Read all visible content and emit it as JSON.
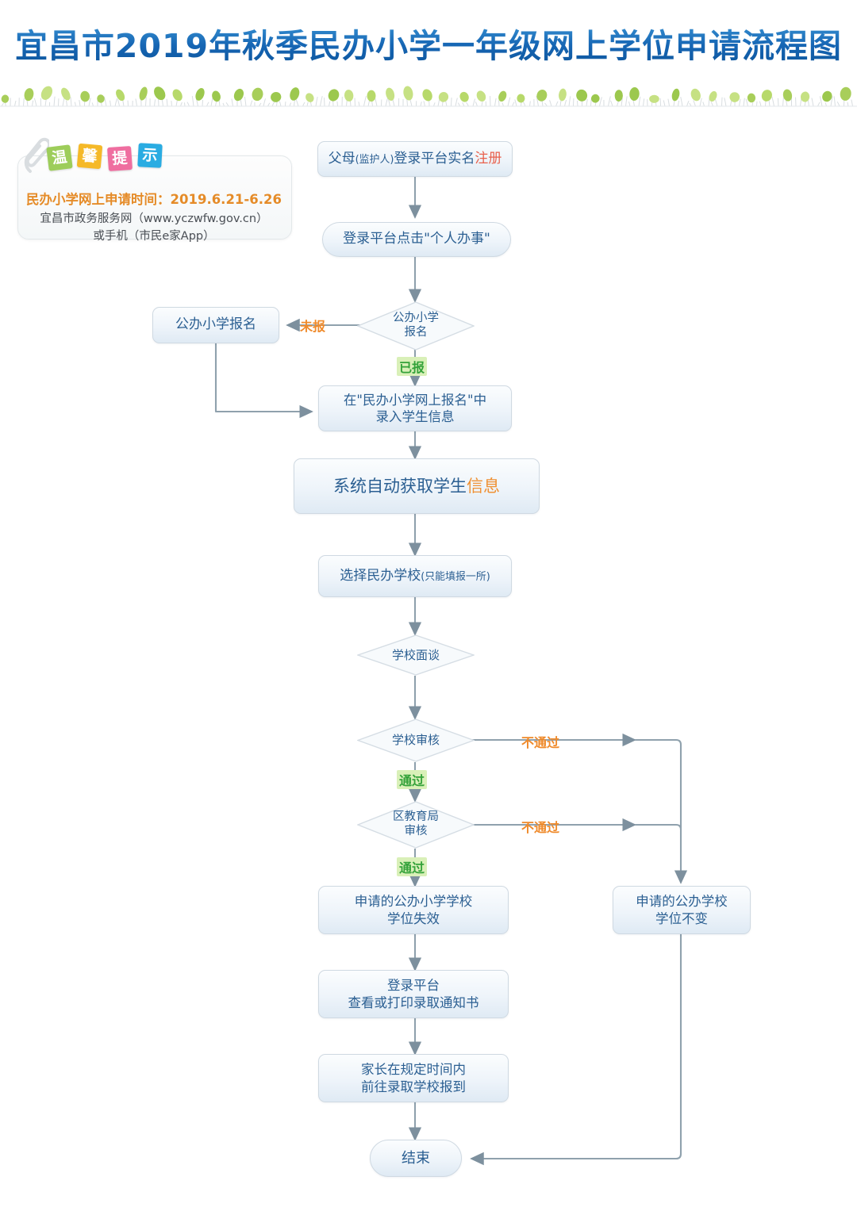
{
  "header": {
    "title": "宜昌市2019年秋季民办小学一年级网上学位申请流程图",
    "divider_icon": "grass-divider"
  },
  "tip": {
    "badge_chars": [
      "温",
      "馨",
      "示"
    ],
    "badge_char_0": "温",
    "badge_char_1": "馨",
    "badge_char_2": "提",
    "badge_char_3": "示",
    "badge_colors": [
      "#9dcd5a",
      "#f5b928",
      "#ef6ea0",
      "#2aace2"
    ],
    "clip_icon": "paperclip-icon",
    "line1": "民办小学网上申请时间：2019.6.21-6.26",
    "line2": "宜昌市政务服务网（www.yczwfw.gov.cn）",
    "line3": "或手机（市民e家App）",
    "line1_color": "#e58b28"
  },
  "chart_data": {
    "type": "diagram",
    "title": "宜昌市2019年秋季民办小学一年级网上学位申请流程图",
    "nodes": [
      {
        "id": "n1",
        "shape": "rect",
        "text": "父母(监护人)登录平台实名注册"
      },
      {
        "id": "n2",
        "shape": "pill",
        "text": "登录平台点击\"个人办事\""
      },
      {
        "id": "d1",
        "shape": "diamond",
        "text": "公办小学\n报名"
      },
      {
        "id": "n3",
        "shape": "rect",
        "text": "公办小学报名"
      },
      {
        "id": "n4",
        "shape": "rect",
        "text": "在\"民办小学网上报名\"中\n录入学生信息"
      },
      {
        "id": "n5",
        "shape": "rect",
        "text": "系统自动获取学生信息"
      },
      {
        "id": "n6",
        "shape": "rect",
        "text": "选择民办学校(只能填报一所)"
      },
      {
        "id": "d2",
        "shape": "diamond",
        "text": "学校面谈"
      },
      {
        "id": "d3",
        "shape": "diamond",
        "text": "学校审核"
      },
      {
        "id": "d4",
        "shape": "diamond",
        "text": "区教育局\n审核"
      },
      {
        "id": "n7",
        "shape": "rect",
        "text": "申请的公办小学学校\n学位失效"
      },
      {
        "id": "n8",
        "shape": "rect",
        "text": "申请的公办学校\n学位不变"
      },
      {
        "id": "n9",
        "shape": "rect",
        "text": "登录平台\n查看或打印录取通知书"
      },
      {
        "id": "n10",
        "shape": "rect",
        "text": "家长在规定时间内\n前往录取学校报到"
      },
      {
        "id": "end",
        "shape": "pill",
        "text": "结束"
      }
    ],
    "edges": [
      {
        "from": "n1",
        "to": "n2",
        "label": ""
      },
      {
        "from": "n2",
        "to": "d1",
        "label": ""
      },
      {
        "from": "d1",
        "to": "n3",
        "label": "未报",
        "label_color": "#ef8a2b"
      },
      {
        "from": "d1",
        "to": "n4",
        "label": "已报",
        "label_color": "#34a23a"
      },
      {
        "from": "n3",
        "to": "n4",
        "label": ""
      },
      {
        "from": "n4",
        "to": "n5",
        "label": ""
      },
      {
        "from": "n5",
        "to": "n6",
        "label": ""
      },
      {
        "from": "n6",
        "to": "d2",
        "label": ""
      },
      {
        "from": "d2",
        "to": "d3",
        "label": ""
      },
      {
        "from": "d3",
        "to": "n8",
        "label": "不通过",
        "label_color": "#ef8a2b"
      },
      {
        "from": "d3",
        "to": "d4",
        "label": "通过",
        "label_color": "#34a23a"
      },
      {
        "from": "d4",
        "to": "n8",
        "label": "不通过",
        "label_color": "#ef8a2b"
      },
      {
        "from": "d4",
        "to": "n7",
        "label": "通过",
        "label_color": "#34a23a"
      },
      {
        "from": "n7",
        "to": "n9",
        "label": ""
      },
      {
        "from": "n9",
        "to": "n10",
        "label": ""
      },
      {
        "from": "n10",
        "to": "end",
        "label": ""
      },
      {
        "from": "n8",
        "to": "end",
        "label": ""
      }
    ],
    "accent_colors": {
      "node_text": "#2b5f92",
      "highlight_red": "#e8604c",
      "highlight_orange": "#ef9134",
      "pass_green": "#34a23a",
      "fail_orange": "#ef8a2b",
      "line": "#8fa1ad"
    }
  },
  "nodes": {
    "n1_a": "父母",
    "n1_b": "(监护人)",
    "n1_c": "登录平台实名",
    "n1_d": "注册",
    "n2": "登录平台点击\"个人办事\"",
    "d1_l1": "公办小学",
    "d1_l2": "报名",
    "n3": "公办小学报名",
    "n4_l1": "在\"民办小学网上报名\"中",
    "n4_l2": "录入学生信息",
    "n5_a": "系统自动获取学生",
    "n5_b": "信息",
    "n6_a": "选择民办学校",
    "n6_b": "(只能填报一所)",
    "d2": "学校面谈",
    "d3": "学校审核",
    "d4_l1": "区教育局",
    "d4_l2": "审核",
    "n7_l1": "申请的公办小学学校",
    "n7_l2": "学位失效",
    "n8_l1": "申请的公办学校",
    "n8_l2": "学位不变",
    "n9_l1": "登录平台",
    "n9_l2": "查看或打印录取通知书",
    "n10_l1": "家长在规定时间内",
    "n10_l2": "前往录取学校报到",
    "end": "结束"
  },
  "edge_labels": {
    "weibao": "未报",
    "yibao": "已报",
    "butongguo_1": "不通过",
    "tongguo_1": "通过",
    "butongguo_2": "不通过",
    "tongguo_2": "通过"
  }
}
